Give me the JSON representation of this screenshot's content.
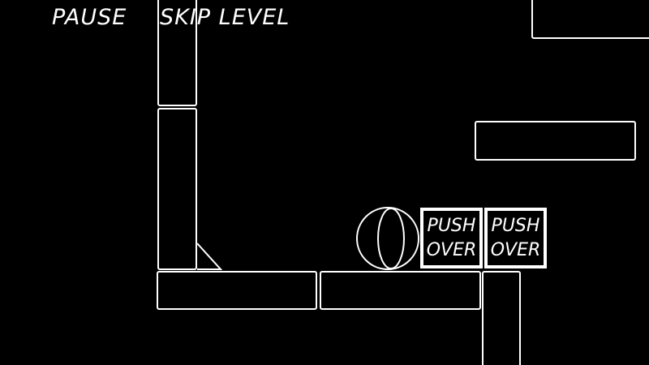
{
  "hud": {
    "pause_label": "PAUSE",
    "skip_label": "SKIP LEVEL"
  },
  "blocks": [
    {
      "label_line1": "PUSH",
      "label_line2": "OVER"
    },
    {
      "label_line1": "PUSH",
      "label_line2": "OVER"
    }
  ],
  "colors": {
    "background": "#000000",
    "stroke": "#ffffff"
  }
}
